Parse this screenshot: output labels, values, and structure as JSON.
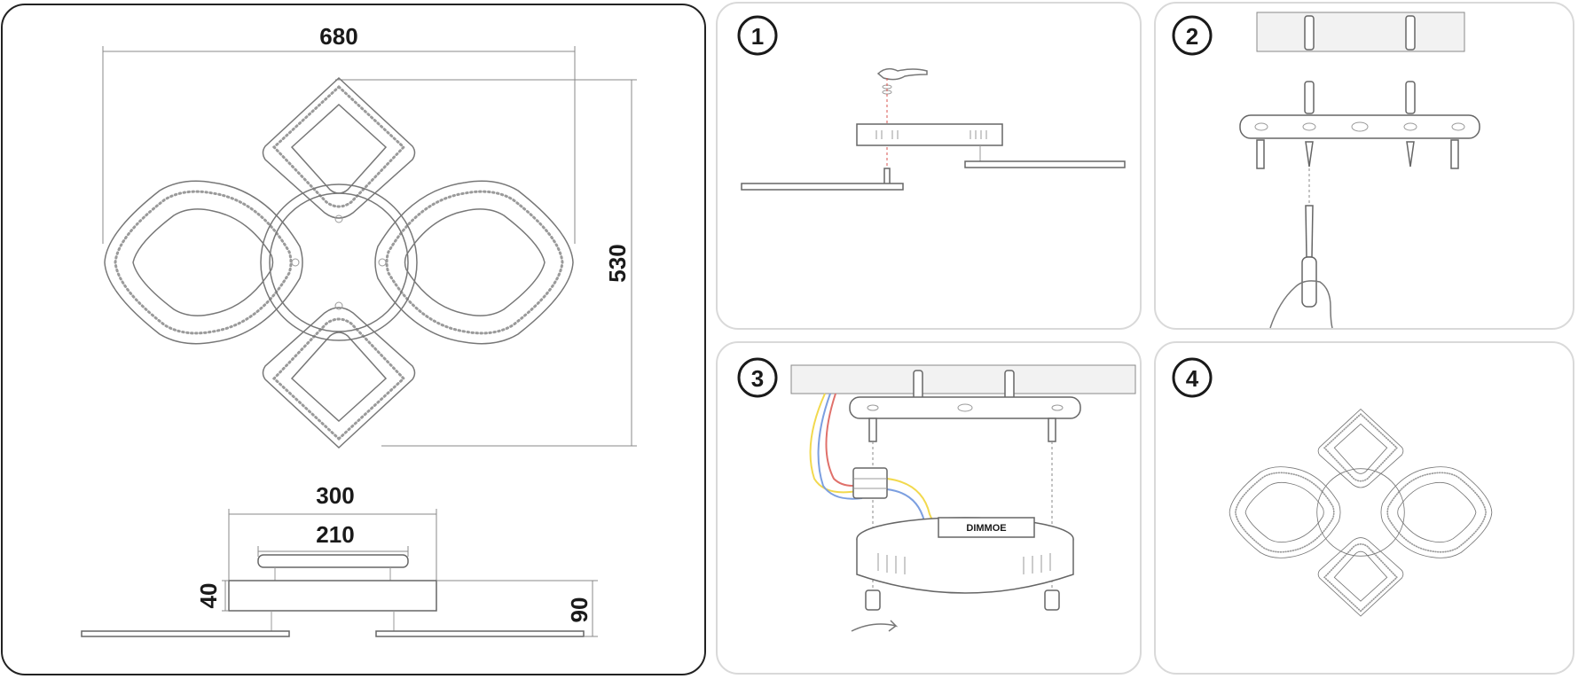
{
  "dimensions": {
    "width": "680",
    "height": "530",
    "base_width": "300",
    "plate_width": "210",
    "base_height": "40",
    "total_height": "90"
  },
  "steps": [
    {
      "number": "1"
    },
    {
      "number": "2"
    },
    {
      "number": "3",
      "driver_label": "DIMMOE"
    },
    {
      "number": "4"
    }
  ]
}
